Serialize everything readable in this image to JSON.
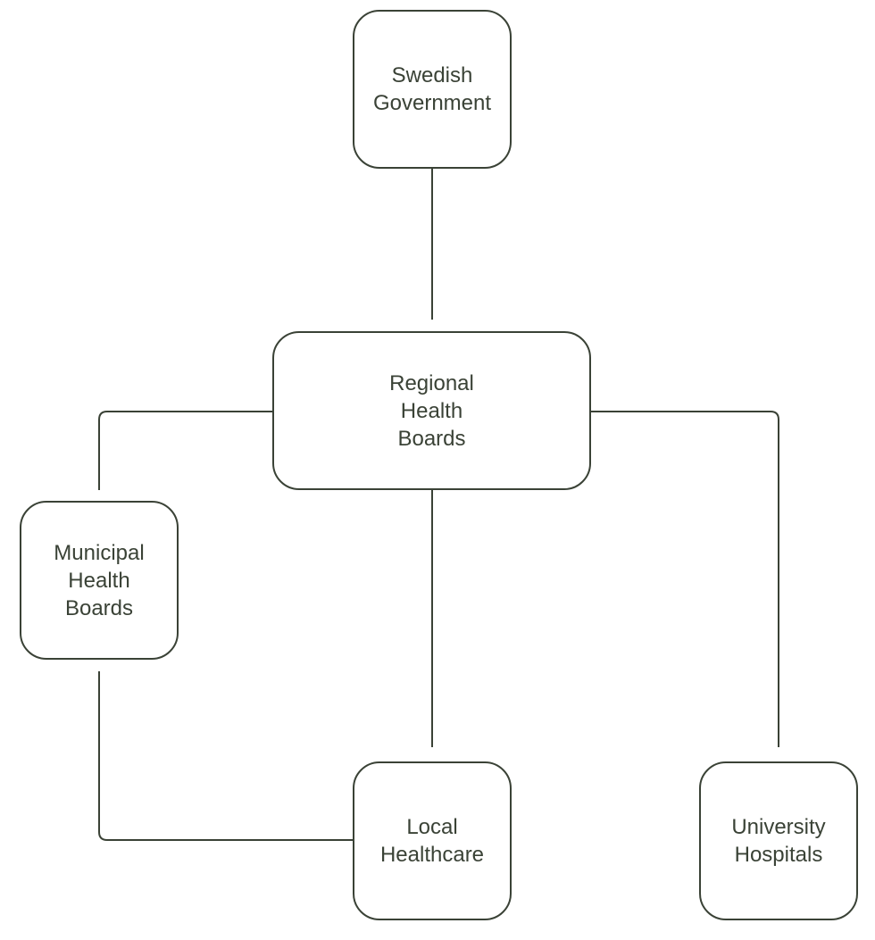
{
  "colors": {
    "line": "#3a4236",
    "text": "#3a4236",
    "background": "#ffffff"
  },
  "nodes": [
    {
      "id": "swedish-government",
      "label": "Swedish\nGovernment"
    },
    {
      "id": "regional-health-boards",
      "label": "Regional\nHealth\nBoards"
    },
    {
      "id": "municipal-health-boards",
      "label": "Municipal\nHealth\nBoards"
    },
    {
      "id": "local-healthcare",
      "label": "Local\nHealthcare"
    },
    {
      "id": "university-hospitals",
      "label": "University\nHospitals"
    }
  ],
  "edges": [
    {
      "from": "swedish-government",
      "to": "regional-health-boards"
    },
    {
      "from": "regional-health-boards",
      "to": "municipal-health-boards"
    },
    {
      "from": "regional-health-boards",
      "to": "local-healthcare"
    },
    {
      "from": "regional-health-boards",
      "to": "university-hospitals"
    },
    {
      "from": "municipal-health-boards",
      "to": "local-healthcare"
    }
  ]
}
